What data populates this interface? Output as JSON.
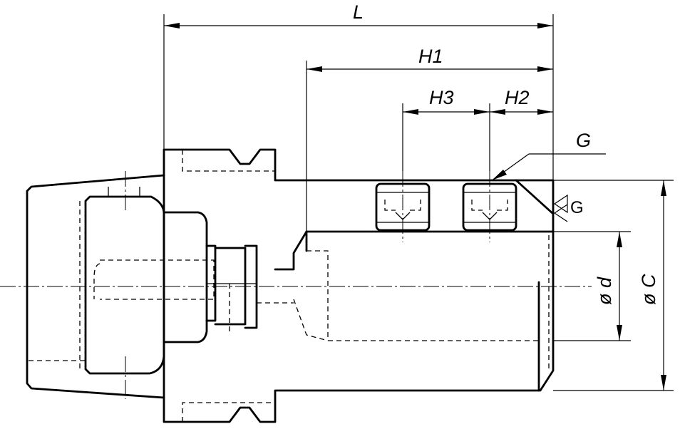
{
  "dimensions": {
    "L": "L",
    "H1": "H1",
    "H2": "H2",
    "H3": "H3",
    "G_leader": "G",
    "G_thread": "G",
    "phi_d": "ø d",
    "phi_C": "ø C"
  }
}
